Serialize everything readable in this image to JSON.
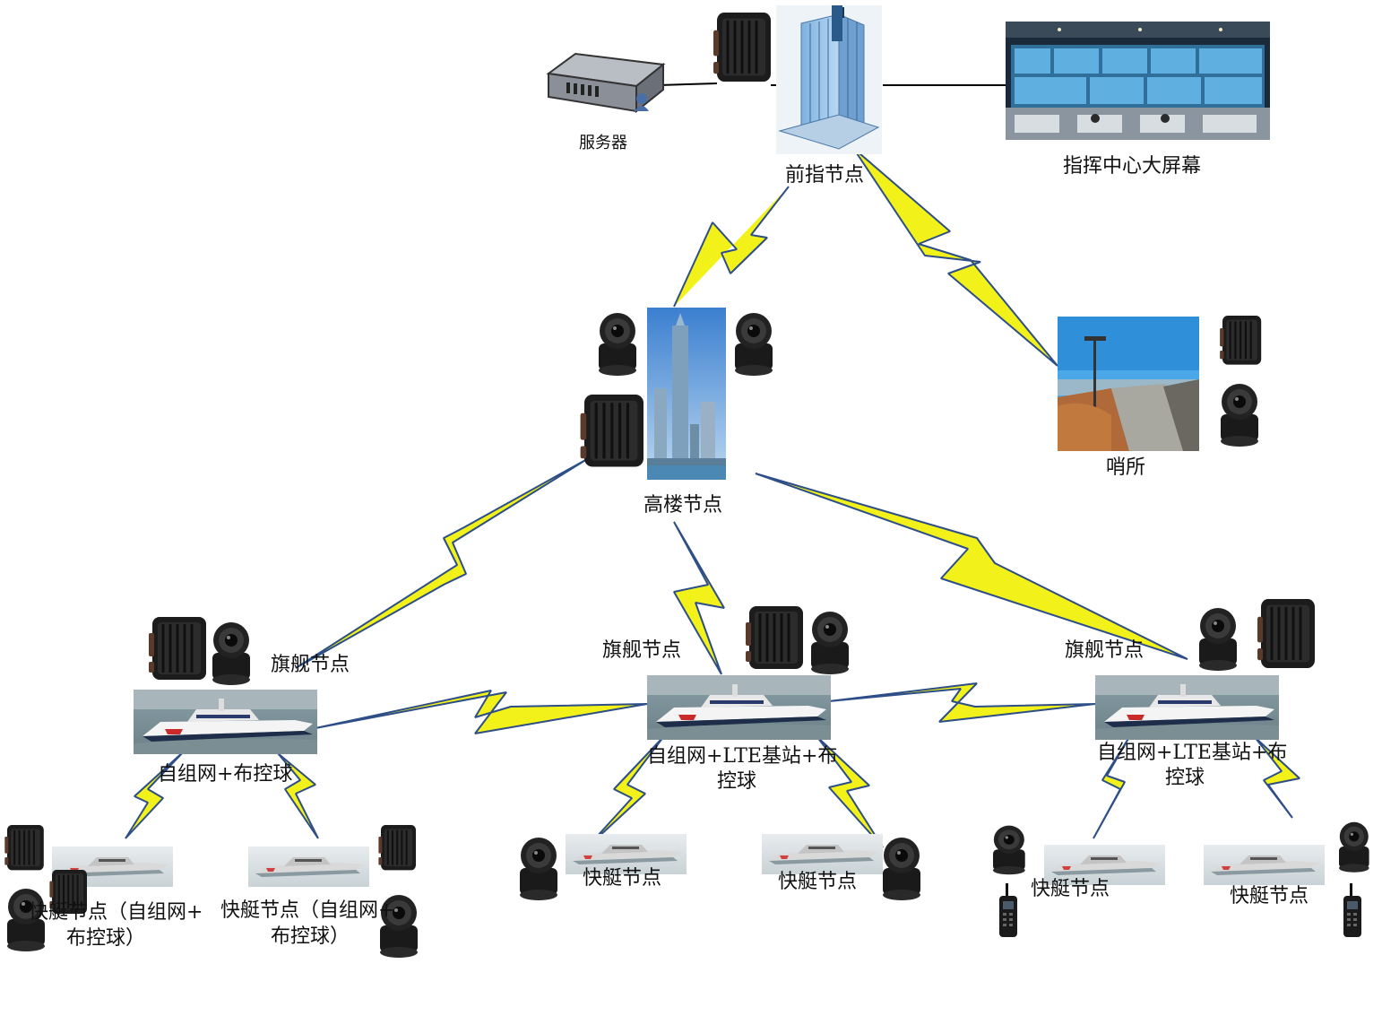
{
  "nodes": {
    "server": "服务器",
    "front_command": "前指节点",
    "command_screen": "指挥中心大屏幕",
    "high_building": "高楼节点",
    "sentry": "哨所",
    "flagship_left": "旗舰节点",
    "flagship_center": "旗舰节点",
    "flagship_right": "旗舰节点",
    "flagship_left_caption": "自组网+布控球",
    "flagship_center_caption_1": "自组网+LTE基站+布",
    "flagship_center_caption_2": "控球",
    "flagship_right_caption_1": "自组网+LTE基站+布",
    "flagship_right_caption_2": "控球",
    "boat_1_caption_1": "快艇节点（自组网+",
    "boat_1_caption_2": "布控球）",
    "boat_2_caption_1": "快艇节点（自组网+",
    "boat_2_caption_2": "布控球）",
    "boat_3": "快艇节点",
    "boat_4": "快艇节点",
    "boat_5": "快艇节点",
    "boat_6": "快艇节点"
  },
  "colors": {
    "wireless_fill": "#f2f21a",
    "wireless_edge": "#2d4e86",
    "wired_line": "#000000"
  },
  "icons": [
    "server-icon",
    "office-building-icon",
    "command-center-screen-icon",
    "skyscraper-icon",
    "sentry-post-icon",
    "ship-icon",
    "speedboat-icon",
    "ptz-dome-camera-icon",
    "rugged-radio-case-icon",
    "walkie-talkie-icon"
  ]
}
